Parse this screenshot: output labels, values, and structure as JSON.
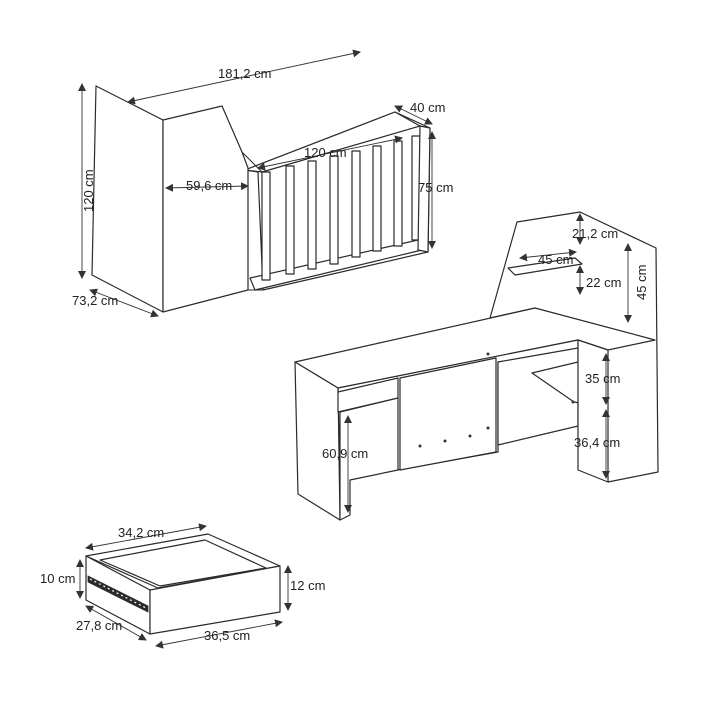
{
  "colors": {
    "line": "#2b2b2b",
    "background": "#ffffff",
    "text": "#222222"
  },
  "crib": {
    "total_length": "181,2 cm",
    "depth": "40 cm",
    "height_left": "120 cm",
    "inner_width": "120 cm",
    "rail_height": "75 cm",
    "step_width": "59,6 cm",
    "base_depth": "73,2 cm"
  },
  "desk": {
    "back_depth": "21,2 cm",
    "shelf_width": "45 cm",
    "shelf_height": "22 cm",
    "panel_height": "45 cm",
    "side_shelf": "35 cm",
    "side_height": "36,4 cm",
    "cabinet_height": "60,9 cm"
  },
  "drawer": {
    "width": "34,2 cm",
    "height_left": "10 cm",
    "height_right": "12 cm",
    "depth": "27,8 cm",
    "front_width": "36,5 cm"
  }
}
